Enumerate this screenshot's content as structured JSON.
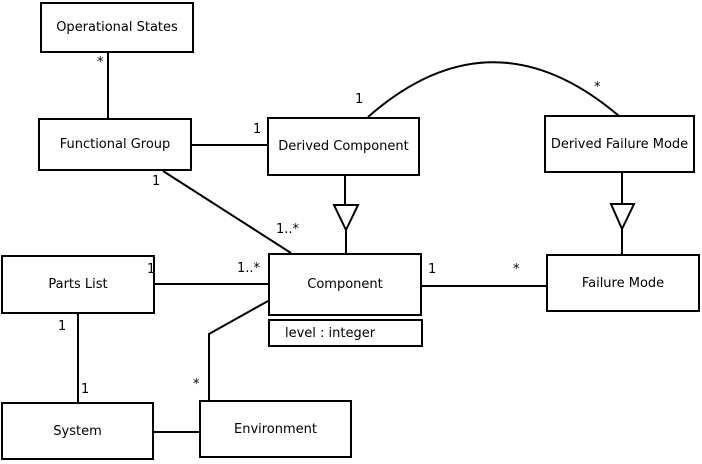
{
  "diagram": {
    "kind": "uml-class-diagram",
    "nodes": {
      "operational_states": {
        "label": "Operational States"
      },
      "functional_group": {
        "label": "Functional Group"
      },
      "derived_component": {
        "label": "Derived Component"
      },
      "derived_failure_mode": {
        "label": "Derived Failure Mode"
      },
      "parts_list": {
        "label": "Parts List"
      },
      "component": {
        "label": "Component",
        "attribute": "level : integer"
      },
      "failure_mode": {
        "label": "Failure Mode"
      },
      "system": {
        "label": "System"
      },
      "environment": {
        "label": "Environment"
      }
    },
    "edges": [
      {
        "from": "operational_states",
        "to": "functional_group",
        "type": "association",
        "source_mult": "*"
      },
      {
        "from": "functional_group",
        "to": "derived_component",
        "type": "association",
        "target_mult": "1"
      },
      {
        "from": "derived_component",
        "to": "derived_failure_mode",
        "type": "association-arc",
        "source_mult": "1",
        "target_mult": "*"
      },
      {
        "from": "derived_component",
        "to": "component",
        "type": "generalization"
      },
      {
        "from": "derived_failure_mode",
        "to": "failure_mode",
        "type": "generalization"
      },
      {
        "from": "functional_group",
        "to": "component",
        "type": "association",
        "source_mult": "1",
        "target_mult": "1..*"
      },
      {
        "from": "parts_list",
        "to": "component",
        "type": "association",
        "source_mult": "1",
        "target_mult": "1..*"
      },
      {
        "from": "component",
        "to": "failure_mode",
        "type": "association",
        "source_mult": "1",
        "target_mult": "*"
      },
      {
        "from": "parts_list",
        "to": "system",
        "type": "association",
        "source_mult": "1",
        "target_mult": "1"
      },
      {
        "from": "system",
        "to": "environment",
        "type": "association"
      },
      {
        "from": "environment",
        "to": "component",
        "type": "association",
        "source_mult": "*"
      }
    ],
    "colors": {
      "line": "#000000",
      "fill": "#ffffff",
      "text": "#000000"
    }
  }
}
